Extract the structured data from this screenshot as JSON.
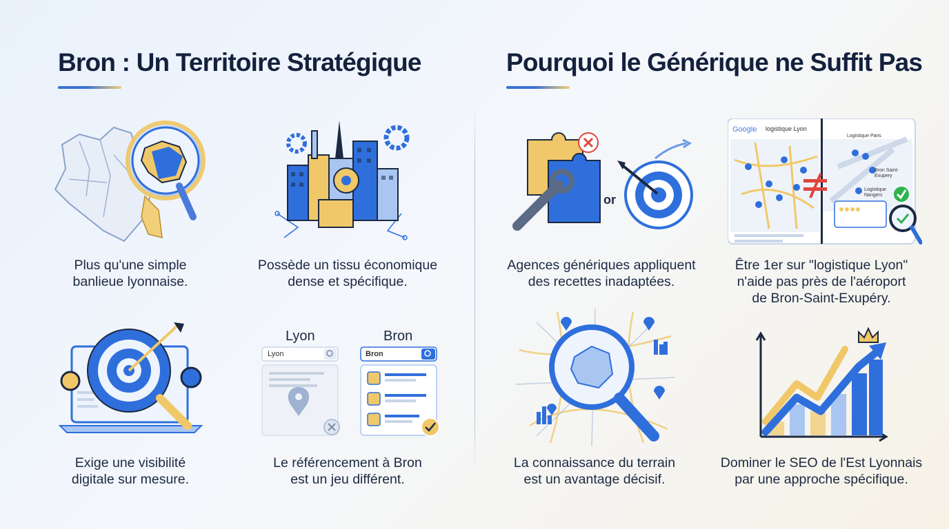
{
  "headings": {
    "left": "Bron : Un Territoire Stratégique",
    "right": "Pourquoi le Générique ne Suffit Pas"
  },
  "cards": [
    {
      "icon": "map-magnifier-icon",
      "lines": [
        "Plus qu'une simple",
        "banlieue lyonnaise."
      ]
    },
    {
      "icon": "industrial-city-icon",
      "lines": [
        "Possède un tissu économique",
        "dense et spécifique."
      ]
    },
    {
      "icon": "puzzle-vs-target-icon",
      "lines": [
        "Agences génériques appliquent",
        "des recettes inadaptées."
      ]
    },
    {
      "icon": "search-results-comparison-icon",
      "lines": [
        "Être 1er sur \"logistique Lyon\"",
        "n'aide pas près de l'aéroport",
        "de Bron-Saint-Exupéry."
      ]
    },
    {
      "icon": "laptop-target-icon",
      "lines": [
        "Exige une visibilité",
        "digitale sur mesure."
      ]
    },
    {
      "icon": "lyon-vs-bron-search-icon",
      "lines": [
        "Le référencement à Bron",
        "est un jeu différent."
      ]
    },
    {
      "icon": "map-magnifier-pins-icon",
      "lines": [
        "La connaissance du terrain",
        "est un avantage décisif."
      ]
    },
    {
      "icon": "growth-chart-crown-icon",
      "lines": [
        "Dominer le SEO de l'Est Lyonnais",
        "par une approche spécifique."
      ]
    }
  ],
  "illustrations": {
    "or_label": "or",
    "lyon_label": "Lyon",
    "bron_label": "Bron",
    "lyon_search": "Lyon",
    "bron_search": "Bron",
    "google_logo": "Google",
    "google_query": "logistique Lyon",
    "map_labels": [
      "Logistique Paris",
      "Bron Saint-Exupery",
      "Logistique Nangers"
    ]
  },
  "colors": {
    "navy": "#14213d",
    "blue": "#2f6fdc",
    "light_blue": "#a9c6f3",
    "gold": "#f0c869",
    "red": "#e0453d",
    "green": "#2fb24c"
  }
}
